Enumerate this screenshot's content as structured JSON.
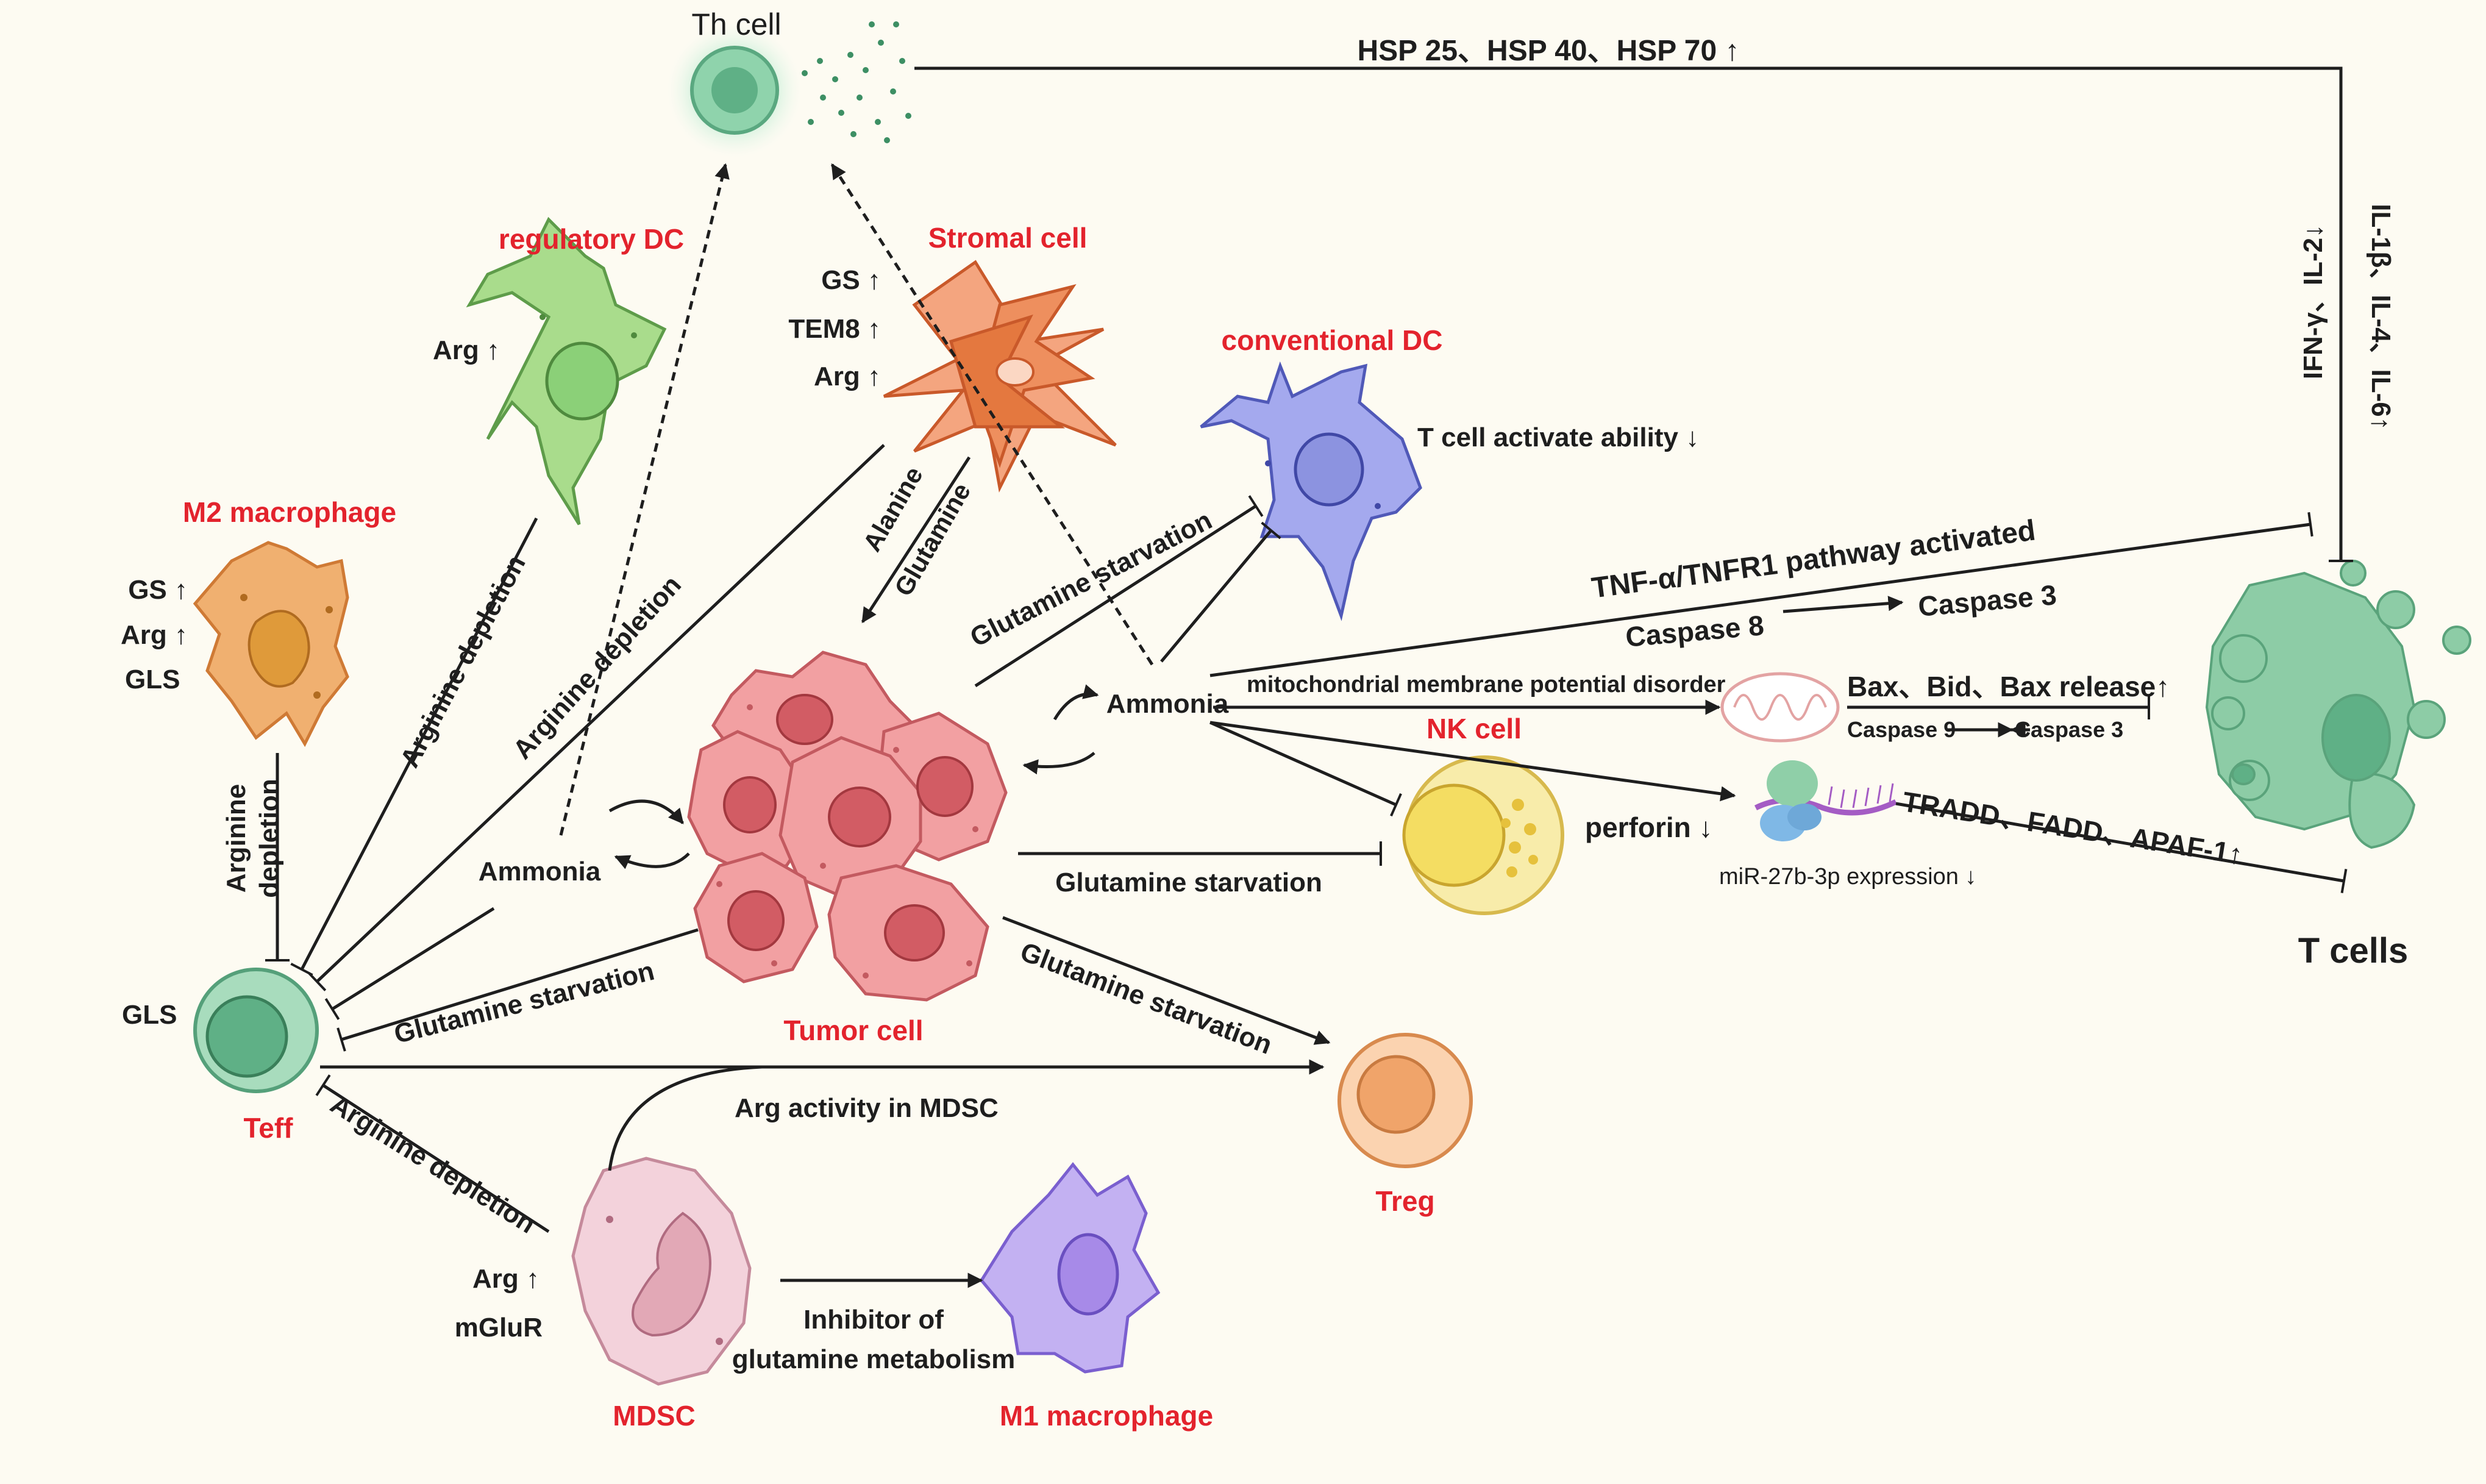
{
  "colors": {
    "background": "#fdfbf2",
    "cell_label_red": "#e3232d",
    "line": "#1e1e1e",
    "tumor": "#f2a0a2",
    "t_cell": "#66b591",
    "m2_macrophage": "#eda155",
    "regulatory_dc": "#8bd078",
    "stromal": "#e4783f",
    "conventional_dc": "#8c93e0",
    "nk_cell": "#f4dd62",
    "treg": "#f0a46a",
    "mdsc": "#e8bcc8",
    "m1_macrophage": "#a78ae8",
    "teff": "#6fbd94",
    "th_cell": "#5fb086"
  },
  "cells": {
    "th": "Th cell",
    "regulatory_dc": "regulatory DC",
    "stromal": "Stromal cell",
    "conventional_dc": "conventional DC",
    "m2": "M2 macrophage",
    "nk": "NK cell",
    "tumor": "Tumor cell",
    "treg": "Treg",
    "teff": "Teff",
    "mdsc": "MDSC",
    "m1": "M1 macrophage",
    "t_cells": "T cells"
  },
  "markers": {
    "regdc_arg": "Arg ↑",
    "stromal_gs": "GS ↑",
    "stromal_tem8": "TEM8 ↑",
    "stromal_arg": "Arg ↑",
    "m2_gs": "GS ↑",
    "m2_arg": "Arg ↑",
    "m2_gls": "GLS",
    "teff_gls": "GLS",
    "mdsc_arg": "Arg ↑",
    "mdsc_mglur": "mGluR"
  },
  "pathways": {
    "hsp": "HSP 25、HSP 40、HSP 70 ↑",
    "il_right": "IL-1β、IL-4、IL-6↑",
    "il_left": "IFN-γ、IL-2↓",
    "tnf": "TNF-α/TNFR1 pathway activated",
    "casp8": "Caspase 8",
    "casp3_top": "Caspase 3",
    "mito": "mitochondrial membrane potential disorder",
    "bax": "Bax、Bid、Bax release↑",
    "casp9": "Caspase 9",
    "casp3_bottom": "Caspase 3",
    "tradd": "TRADD、FADD、APAF-1↑",
    "mir": "miR-27b-3p expression ↓",
    "perforin": "perforin ↓",
    "tcell_activate": "T cell activate ability ↓"
  },
  "edges": {
    "arg_dep_regdc": "Arginine depletion",
    "arg_dep_stromal": "Arginine depletion",
    "arg_dep_m2_a": "Arginine",
    "arg_dep_m2_b": "depletion",
    "alanine": "Alanine",
    "glutamine": "Glutamine",
    "glu_starv_cdc": "Glutamine  starvation",
    "glu_starv_nk": "Glutamine  starvation",
    "glu_starv_treg": "Glutamine  starvation",
    "glu_starv_teff": "Glutamine  starvation",
    "ammonia_left": "Ammonia",
    "ammonia_right": "Ammonia",
    "arg_activity": "Arg activity in MDSC",
    "arg_dep_mdsc": "Arginine depletion",
    "inhibitor_a": "Inhibitor of",
    "inhibitor_b": "glutamine metabolism"
  }
}
